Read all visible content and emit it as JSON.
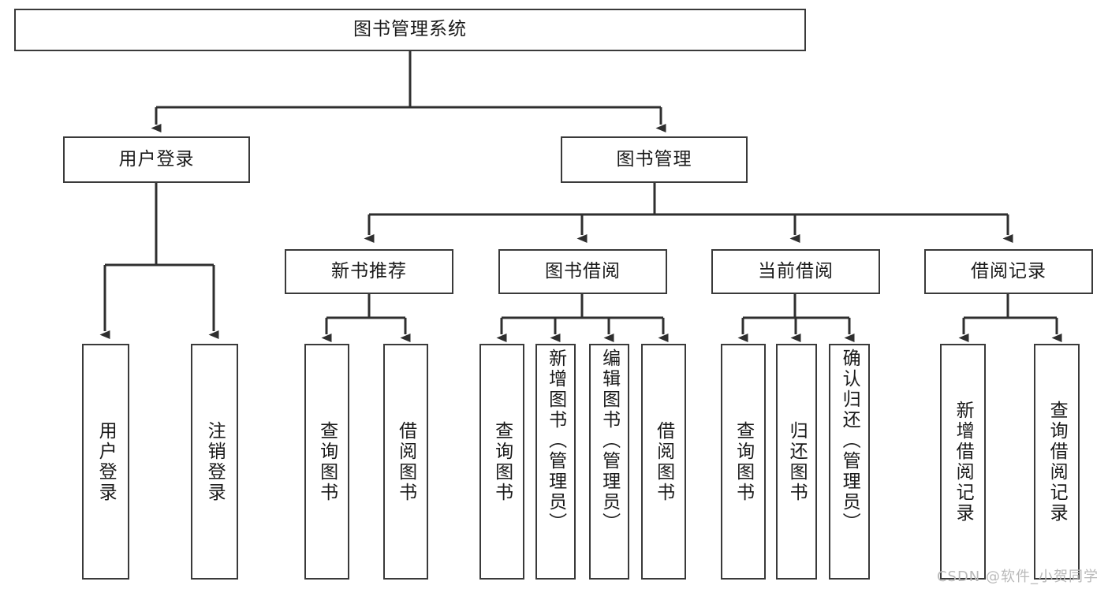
{
  "diagram": {
    "title": "图书管理系统",
    "type": "tree",
    "root": {
      "id": "root",
      "label": "图书管理系统"
    },
    "level2": [
      {
        "id": "user-login",
        "label": "用户登录"
      },
      {
        "id": "book-manage",
        "label": "图书管理"
      }
    ],
    "level3": [
      {
        "id": "new-book-rec",
        "label": "新书推荐"
      },
      {
        "id": "book-borrow",
        "label": "图书借阅"
      },
      {
        "id": "current-borrow",
        "label": "当前借阅"
      },
      {
        "id": "borrow-record",
        "label": "借阅记录"
      }
    ],
    "leaves": {
      "user_login": [
        {
          "id": "leaf-user-login",
          "label": "用户登录"
        },
        {
          "id": "leaf-logout",
          "label": "注销登录"
        }
      ],
      "new_book_rec": [
        {
          "id": "leaf-query-book-1",
          "label": "查询图书"
        },
        {
          "id": "leaf-borrow-book-1",
          "label": "借阅图书"
        }
      ],
      "book_borrow": [
        {
          "id": "leaf-query-book-2",
          "label": "查询图书"
        },
        {
          "id": "leaf-add-book",
          "label": "新增图书（管理员）"
        },
        {
          "id": "leaf-edit-book",
          "label": "编辑图书（管理员）"
        },
        {
          "id": "leaf-borrow-book-2",
          "label": "借阅图书"
        }
      ],
      "current_borrow": [
        {
          "id": "leaf-query-book-3",
          "label": "查询图书"
        },
        {
          "id": "leaf-return-book",
          "label": "归还图书"
        },
        {
          "id": "leaf-confirm-return",
          "label": "确认归还（管理员）"
        }
      ],
      "borrow_record": [
        {
          "id": "leaf-add-record",
          "label": "新增借阅记录"
        },
        {
          "id": "leaf-query-record",
          "label": "查询借阅记录"
        }
      ]
    }
  },
  "watermark": {
    "text": "CSDN @软件_小贺同学"
  },
  "colors": {
    "stroke": "#3a3a3a",
    "fill": "#ffffff",
    "text": "#1a1a1a",
    "watermark": "#b9b9b9"
  }
}
